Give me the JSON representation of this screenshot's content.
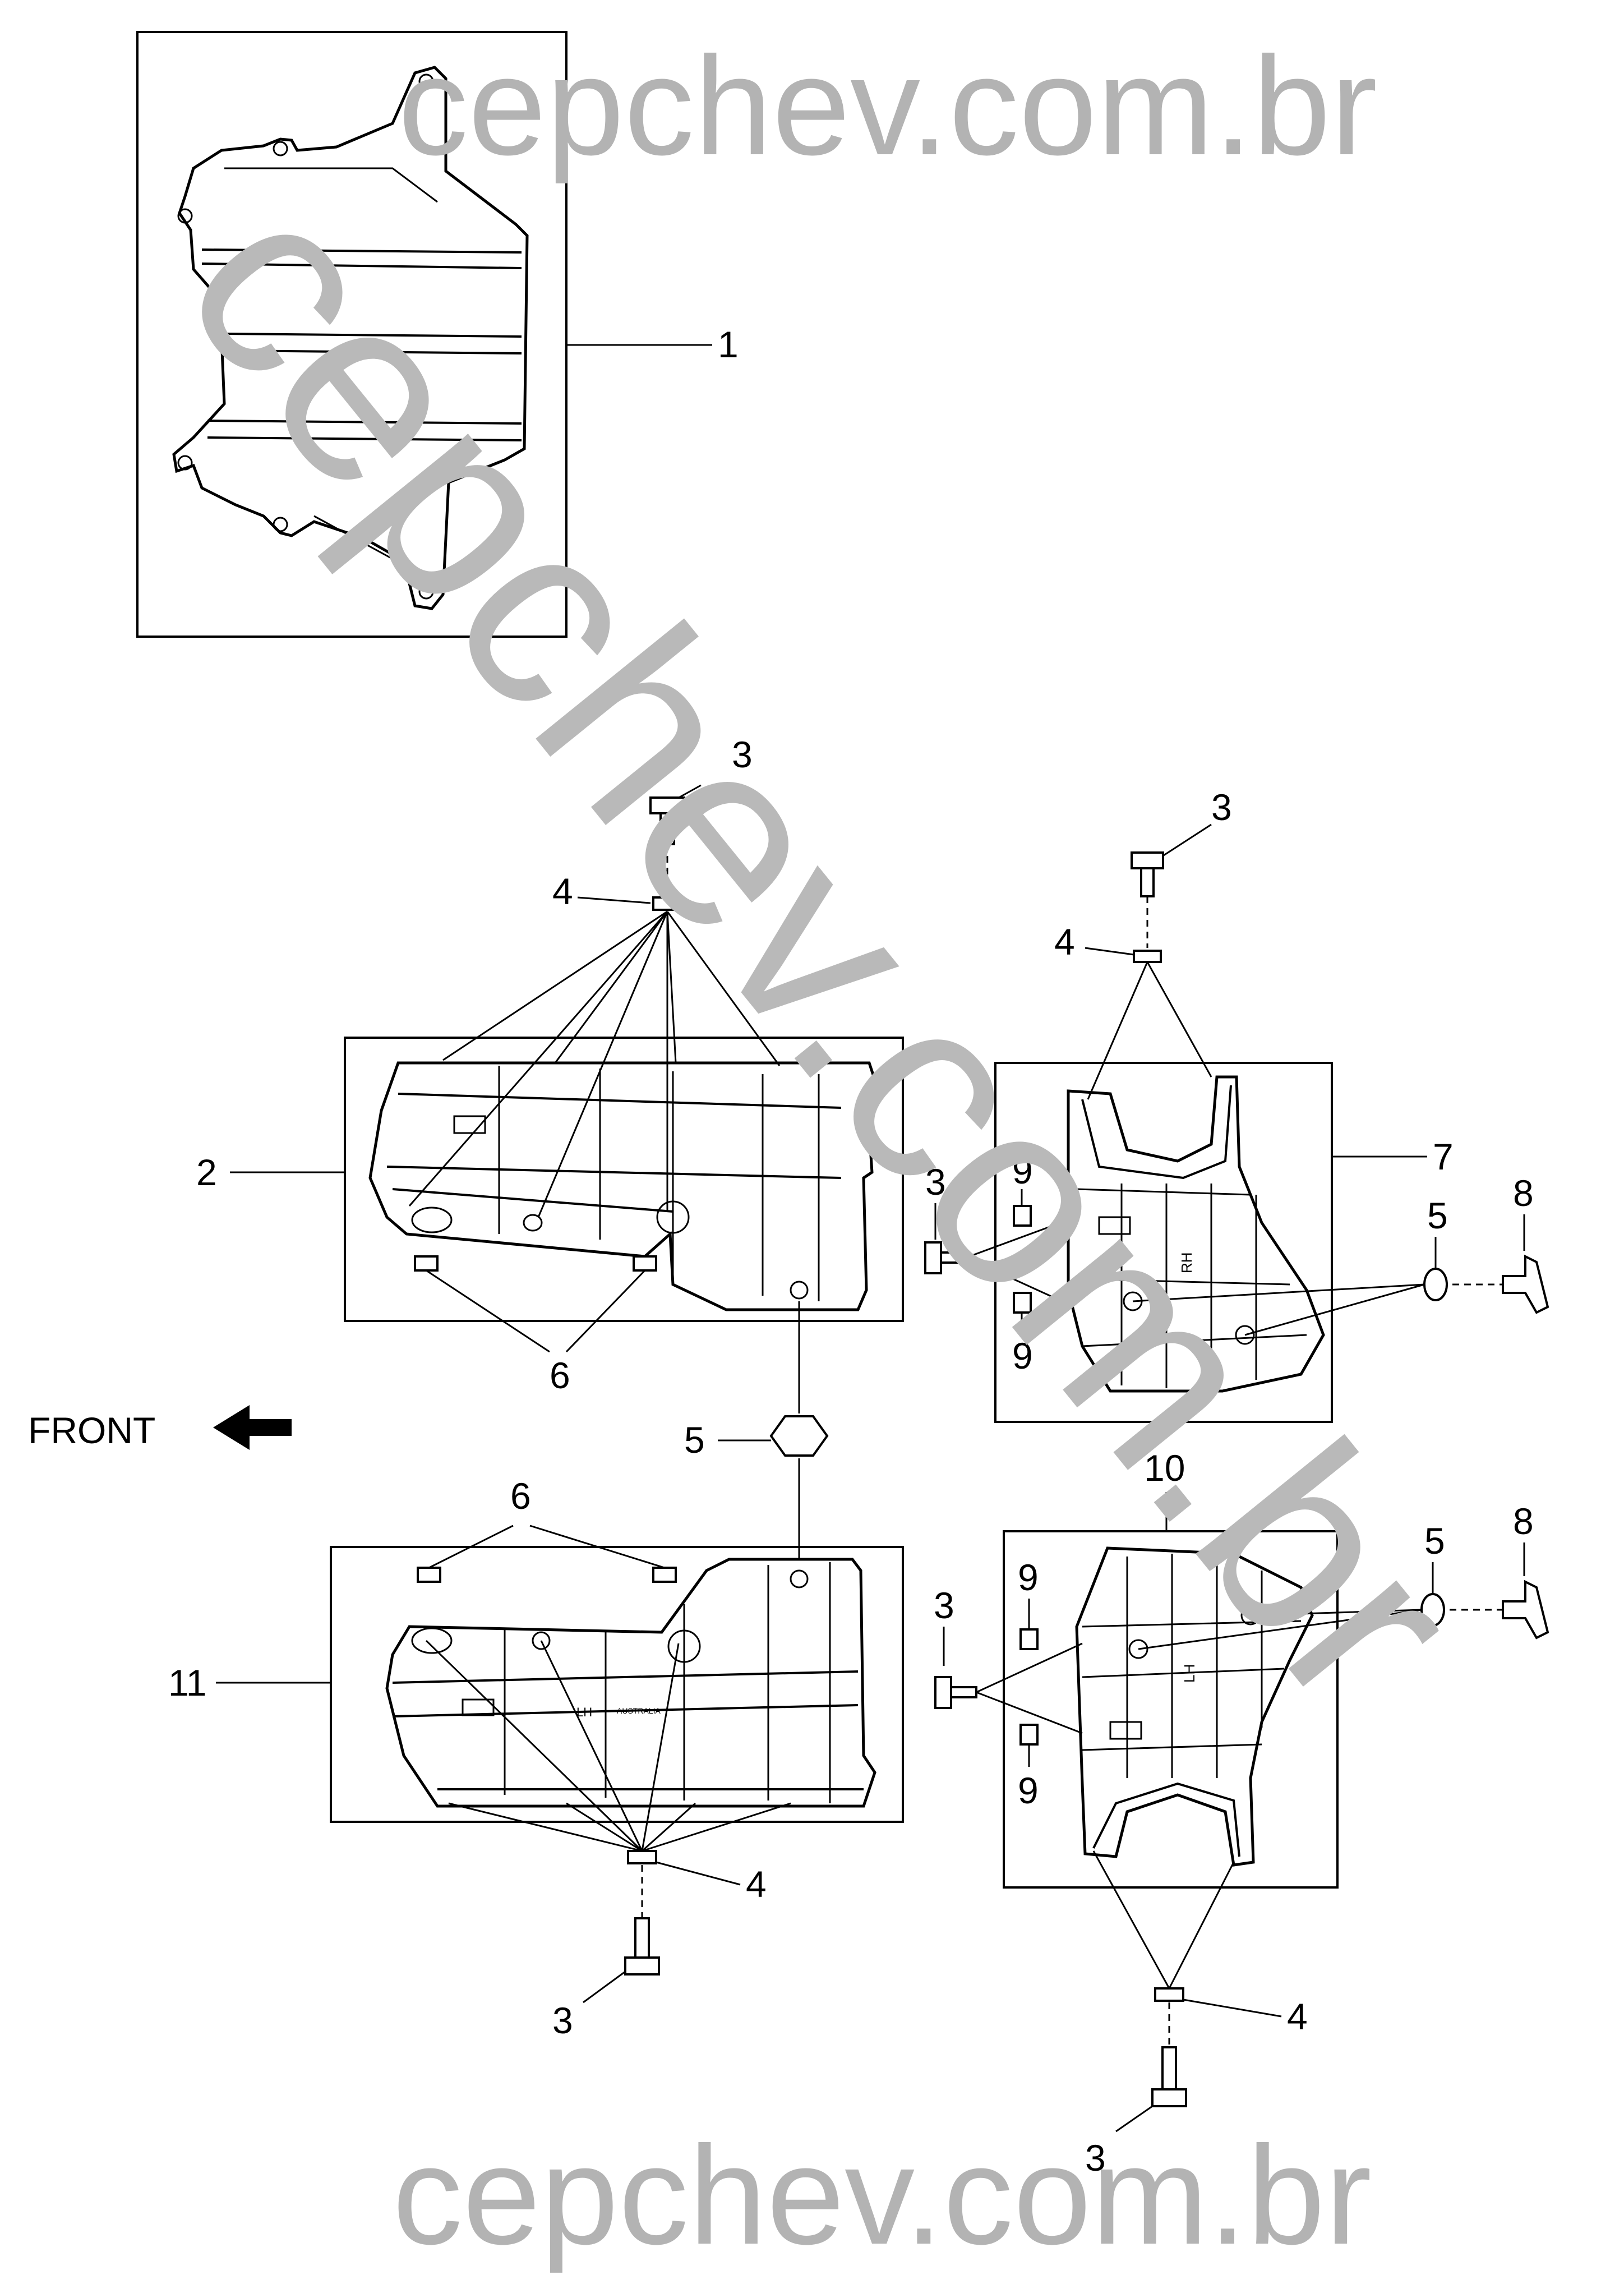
{
  "watermark": {
    "top": "cepchev.com.br",
    "bottom": "cepchev.com.br",
    "diagonal": "cepchev.com.br"
  },
  "direction": {
    "label": "FRONT",
    "arrow_icon": "arrow-left-icon"
  },
  "callouts": {
    "part_1": "1",
    "part_2": "2",
    "part_3_a": "3",
    "part_3_b": "3",
    "part_3_c": "3",
    "part_3_d": "3",
    "part_3_e": "3",
    "part_3_f": "3",
    "part_4_a": "4",
    "part_4_b": "4",
    "part_4_c": "4",
    "part_4_d": "4",
    "part_5_a": "5",
    "part_5_b": "5",
    "part_5_c": "5",
    "part_6_a": "6",
    "part_6_b": "6",
    "part_7": "7",
    "part_8_a": "8",
    "part_8_b": "8",
    "part_9_a": "9",
    "part_9_b": "9",
    "part_9_c": "9",
    "part_9_d": "9",
    "part_10": "10",
    "part_11": "11"
  },
  "part_markings": {
    "lh": "LH",
    "rh": "RH",
    "origin": "AUSTRALIA"
  },
  "colors": {
    "line": "#000000",
    "background": "#ffffff",
    "watermark": "#b3b3b3"
  }
}
